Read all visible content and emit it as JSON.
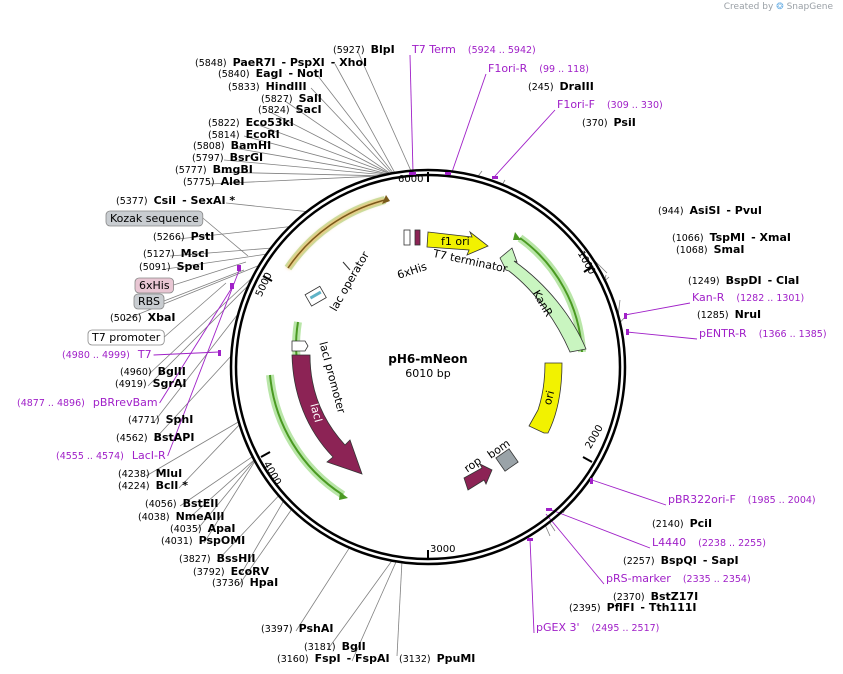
{
  "credit": {
    "prefix": "Created by",
    "brand": "SnapGene"
  },
  "plasmid": {
    "name": "pH6-mNeon",
    "length_label": "6010 bp",
    "length": 6010
  },
  "colors": {
    "backbone": "#000000",
    "enzyme_line": "#808080",
    "primer": "#a020c8",
    "lacI": "#8c2355",
    "ori": "#f2f200",
    "kanR": "#c9f5c0",
    "f1ori": "#f2f200",
    "mneon_arrow": "#f5c27a",
    "green_arc": "#5cb82e",
    "rop": "#8c2355",
    "bom": "#9aa3a8"
  },
  "tick_labels": [
    "6000",
    "1000",
    "2000",
    "3000",
    "4000",
    "5000"
  ],
  "features": {
    "lac_operator": "lac operator",
    "lacI_promoter": "lacI promoter",
    "lacI": "lacI",
    "kanR": "KanR",
    "ori": "ori",
    "f1_ori": "f1 ori",
    "t7_terminator": "T7 terminator",
    "sixxhis": "6xHis",
    "rop": "rop",
    "bom": "bom"
  },
  "enzymes": [
    {
      "pos": "(5927)",
      "name": "BlpI"
    },
    {
      "pos": "(5848)",
      "name": "PaeR7I",
      "name2": "PspXI",
      "name3": "XhoI"
    },
    {
      "pos": "(5840)",
      "name": "EagI",
      "name2": "NotI"
    },
    {
      "pos": "(5833)",
      "name": "HindIII"
    },
    {
      "pos": "(5827)",
      "name": "SalI"
    },
    {
      "pos": "(5824)",
      "name": "SacI"
    },
    {
      "pos": "(5822)",
      "name": "Eco53kI"
    },
    {
      "pos": "(5814)",
      "name": "EcoRI"
    },
    {
      "pos": "(5808)",
      "name": "BamHI"
    },
    {
      "pos": "(5797)",
      "name": "BsrGI"
    },
    {
      "pos": "(5777)",
      "name": "BmgBI"
    },
    {
      "pos": "(5775)",
      "name": "AleI"
    },
    {
      "pos": "(5377)",
      "name": "CsiI",
      "name2": "SexAI *"
    },
    {
      "pos": "(5266)",
      "name": "PstI"
    },
    {
      "pos": "(5127)",
      "name": "MscI"
    },
    {
      "pos": "(5091)",
      "name": "SpeI"
    },
    {
      "pos": "(5026)",
      "name": "XbaI"
    },
    {
      "pos": "(4960)",
      "name": "BglII"
    },
    {
      "pos": "(4919)",
      "name": "SgrAI"
    },
    {
      "pos": "(4771)",
      "name": "SphI"
    },
    {
      "pos": "(4562)",
      "name": "BstAPI"
    },
    {
      "pos": "(4238)",
      "name": "MluI"
    },
    {
      "pos": "(4224)",
      "name": "BclI *"
    },
    {
      "pos": "(4056)",
      "name": "BstEII"
    },
    {
      "pos": "(4038)",
      "name": "NmeAIII"
    },
    {
      "pos": "(4035)",
      "name": "ApaI"
    },
    {
      "pos": "(4031)",
      "name": "PspOMI"
    },
    {
      "pos": "(3827)",
      "name": "BssHII"
    },
    {
      "pos": "(3792)",
      "name": "EcoRV"
    },
    {
      "pos": "(3736)",
      "name": "HpaI"
    },
    {
      "pos": "(3397)",
      "name": "PshAI"
    },
    {
      "pos": "(3181)",
      "name": "BglI"
    },
    {
      "pos": "(3160)",
      "name": "FspI",
      "name2": "FspAI"
    },
    {
      "pos": "(3132)",
      "name": "PpuMI"
    },
    {
      "pos": "(245)",
      "name": "DraIII"
    },
    {
      "pos": "(370)",
      "name": "PsiI"
    },
    {
      "pos": "(944)",
      "name": "AsiSI",
      "name2": "PvuI"
    },
    {
      "pos": "(1066)",
      "name": "TspMI",
      "name2": "XmaI"
    },
    {
      "pos": "(1068)",
      "name": "SmaI"
    },
    {
      "pos": "(1249)",
      "name": "BspDI",
      "name2": "ClaI"
    },
    {
      "pos": "(1285)",
      "name": "NruI"
    },
    {
      "pos": "(2140)",
      "name": "PciI"
    },
    {
      "pos": "(2257)",
      "name": "BspQI",
      "name2": "SapI"
    },
    {
      "pos": "(2370)",
      "name": "BstZ17I"
    },
    {
      "pos": "(2395)",
      "name": "PflFI",
      "name2": "Tth111I"
    }
  ],
  "primers": [
    {
      "name": "T7 Term",
      "range": "(5924 .. 5942)"
    },
    {
      "name": "F1ori-R",
      "range": "(99 .. 118)"
    },
    {
      "name": "F1ori-F",
      "range": "(309 .. 330)"
    },
    {
      "name": "Kan-R",
      "range": "(1282 .. 1301)"
    },
    {
      "name": "pENTR-R",
      "range": "(1366 .. 1385)"
    },
    {
      "name": "pBR322ori-F",
      "range": "(1985 .. 2004)"
    },
    {
      "name": "L4440",
      "range": "(2238 .. 2255)"
    },
    {
      "name": "pRS-marker",
      "range": "(2335 .. 2354)"
    },
    {
      "name": "pGEX 3'",
      "range": "(2495 .. 2517)"
    },
    {
      "name": "T7",
      "range": "(4980 .. 4999)"
    },
    {
      "name": "pBRrevBam",
      "range": "(4877 .. 4896)"
    },
    {
      "name": "LacI-R",
      "range": "(4555 .. 4574)"
    }
  ],
  "boxed_features": [
    "Kozak sequence",
    "6xHis",
    "RBS",
    "T7 promoter"
  ]
}
